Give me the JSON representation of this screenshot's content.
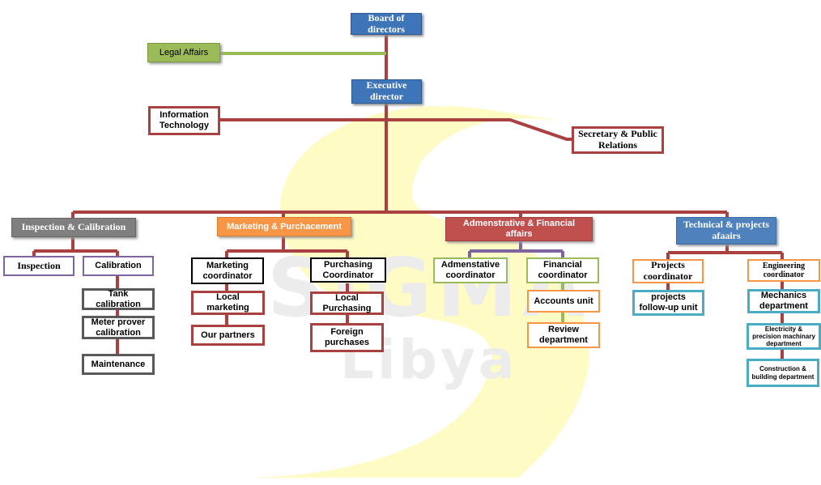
{
  "top": {
    "board": "Board of directors",
    "legal": "Legal Affairs",
    "executive": "Executive director",
    "it": "Information Technology",
    "secretary": "Secretary & Public Relations"
  },
  "divisions": {
    "inspection": {
      "title": "Inspection & Calibration",
      "inspection": "Inspection",
      "calibration": "Calibration",
      "tank": "Tank calibration",
      "meter": "Meter prover calibration",
      "maintenance": "Maintenance"
    },
    "marketing": {
      "title": "Marketing & Purchacement",
      "marketing_coord": "Marketing coordinator",
      "local_marketing": "Local marketing",
      "partners": "Our partners",
      "purchasing_coord": "Purchasing Coordinator",
      "local_purchasing": "Local Purchasing",
      "foreign": "Foreign purchases"
    },
    "admin": {
      "title": "Admenstrative  & Financial affairs",
      "admin_coord": "Admenstative coordinator",
      "financial_coord": "Financial coordinator",
      "accounts": "Accounts unit",
      "review": "Review department"
    },
    "technical": {
      "title": "Technical & projects afaairs",
      "projects_coord": "Projects coordinator",
      "followup": "projects follow-up unit",
      "engineering_coord": "Engineering coordinator",
      "mechanics": "Mechanics department",
      "electricity": "Electricity & precision machinary department",
      "construction": "Construction & building department"
    }
  },
  "watermark": {
    "logo_text": "SIGMA",
    "logo_sub": "Libya"
  },
  "colors": {
    "board_blue": "#3e74b8",
    "line_red": "#a8413f",
    "legal_green": "#9bbb59",
    "watermark_yellow": "#fffbc4"
  }
}
